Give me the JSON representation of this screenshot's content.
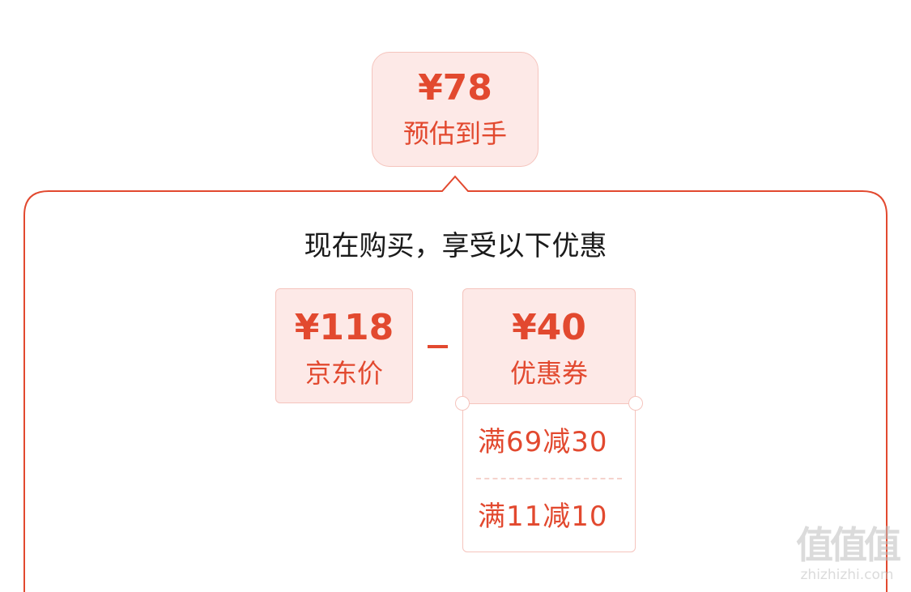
{
  "estimate": {
    "price": "¥78",
    "label": "预估到手"
  },
  "headline": "现在购买，享受以下优惠",
  "jd_price": {
    "price": "¥118",
    "label": "京东价"
  },
  "operator": "–",
  "coupon": {
    "price": "¥40",
    "label": "优惠券",
    "rules": [
      "满69减30",
      "满11减10"
    ]
  },
  "watermark": {
    "mark": "值值值",
    "url": "zhizhizhi.com"
  },
  "colors": {
    "accent": "#e2492f",
    "tint": "#fde9e7",
    "border": "#f5c4bd"
  }
}
